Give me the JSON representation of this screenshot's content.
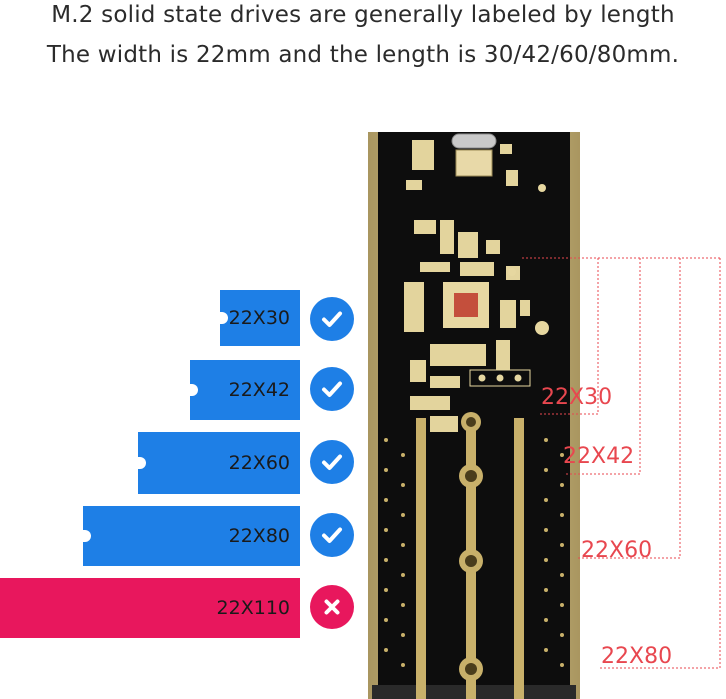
{
  "headline": {
    "line1": "M.2 solid state drives are generally labeled by length",
    "line2": "The width is 22mm and the length is 30/42/60/80mm."
  },
  "drives": [
    {
      "label": "22X30",
      "supported": true,
      "icon": "check-icon"
    },
    {
      "label": "22X42",
      "supported": true,
      "icon": "check-icon"
    },
    {
      "label": "22X60",
      "supported": true,
      "icon": "check-icon"
    },
    {
      "label": "22X80",
      "supported": true,
      "icon": "check-icon"
    },
    {
      "label": "22X110",
      "supported": false,
      "icon": "cross-icon"
    }
  ],
  "board_labels": [
    "22X30",
    "22X42",
    "22X60",
    "22X80"
  ],
  "colors": {
    "supported_drive": "#1e7fe6",
    "unsupported_drive": "#e8175d",
    "board": "#111111",
    "board_frame": "#c9b37a",
    "trace_gold": "#c8b06a",
    "size_label": "#e8474f",
    "check_badge": "#1e7fe6",
    "cross_badge": "#e8175d"
  }
}
